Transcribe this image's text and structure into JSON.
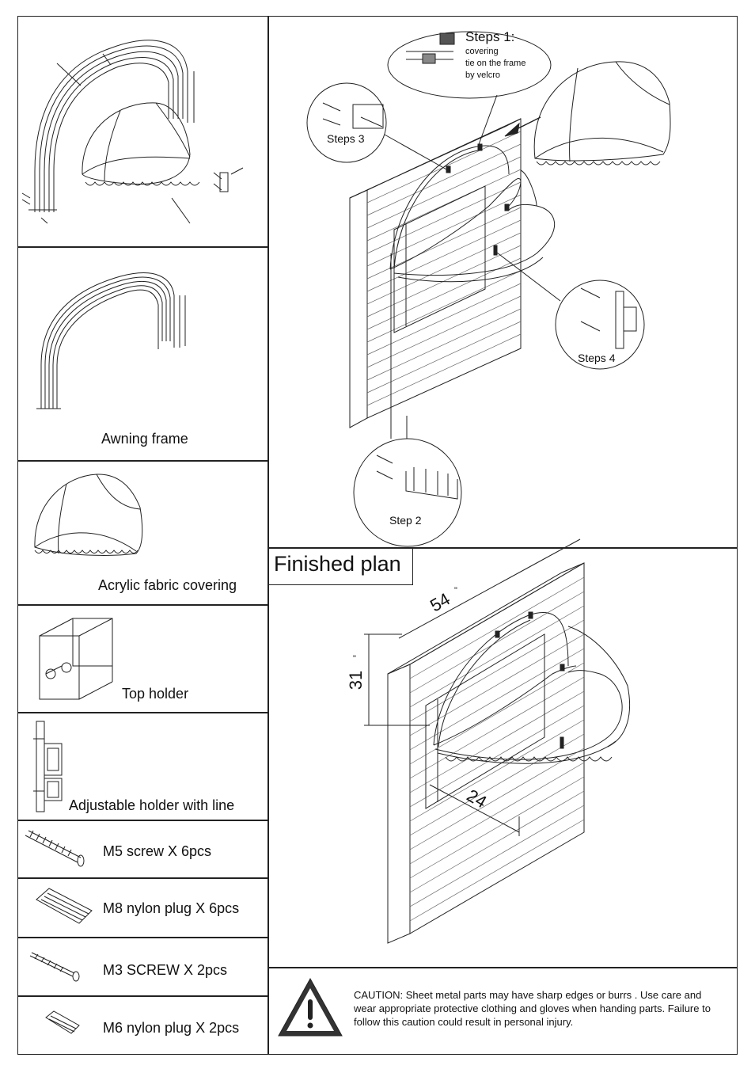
{
  "parts": {
    "awning_frame": "Awning frame",
    "acrylic_covering": "Acrylic fabric covering",
    "top_holder": "Top holder",
    "adjustable_holder": "Adjustable holder with line",
    "m5_screw": "M5 screw X 6pcs",
    "m8_plug": "M8 nylon plug X 6pcs",
    "m3_screw": "M3 SCREW X 2pcs",
    "m6_plug": "M6 nylon plug X 2pcs"
  },
  "steps": {
    "step1_title": "Steps 1:",
    "step1_line1": "covering",
    "step1_line2": "tie on the frame",
    "step1_line3": "by velcro",
    "step2": "Step 2",
    "step3": "Steps 3",
    "step4": "Steps 4"
  },
  "finished": {
    "title": "Finished plan",
    "dim_width": "54",
    "dim_height": "31",
    "dim_depth": "24",
    "dim_unit_mark": "\""
  },
  "caution": {
    "text": "CAUTION: Sheet metal parts may have sharp edges or burrs . Use care and wear appropriate protective clothing and gloves when handing parts. Failure to follow this caution could result in personal injury."
  },
  "icons": {
    "warning": "warning-triangle-icon"
  }
}
